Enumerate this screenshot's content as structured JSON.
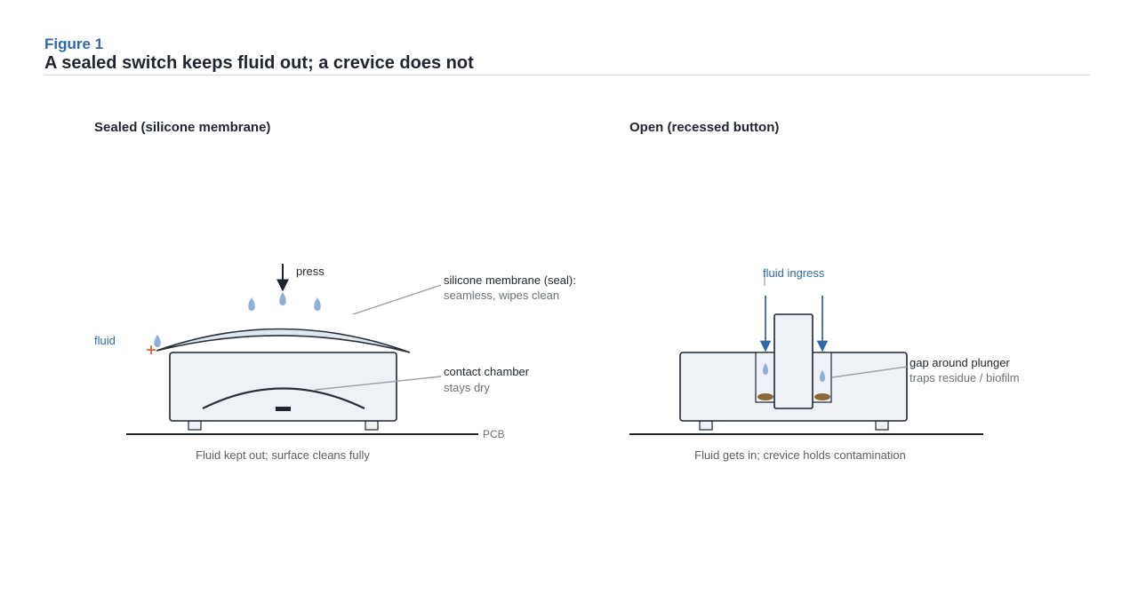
{
  "figure": {
    "label": "Figure 1",
    "title": "A sealed switch keeps fluid out; a crevice does not"
  },
  "colors": {
    "ink": "#1f2530",
    "accent_blue": "#2f6aa8",
    "droplet": "#8fb0d8",
    "body_fill": "#eef1f5",
    "membrane_fill": "#dde8f3",
    "residue": "#8a6a3a",
    "leader": "#9aa0a6",
    "cross_marker": "#d05a2a"
  },
  "sealed_panel": {
    "title": "Sealed (silicone membrane)",
    "press_label": "press",
    "fluid_label": "fluid",
    "membrane_label": "silicone membrane (seal):",
    "membrane_sub": "seamless, wipes clean",
    "chamber_label": "contact chamber",
    "chamber_sub": "stays dry",
    "pcb_label": "PCB",
    "caption": "Fluid kept out; surface cleans fully"
  },
  "open_panel": {
    "title": "Open (recessed button)",
    "ingress_label": "fluid ingress",
    "gap_label": "gap around plunger",
    "gap_sub": "traps residue / biofilm",
    "caption": "Fluid gets in; crevice holds contamination"
  }
}
